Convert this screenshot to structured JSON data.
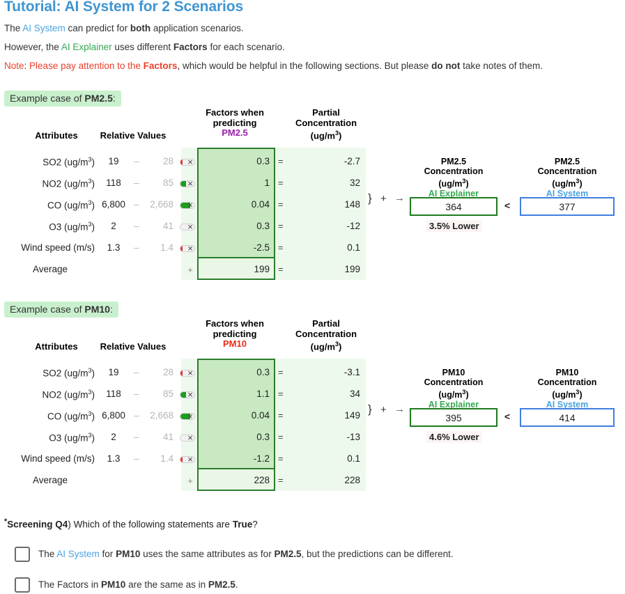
{
  "header": {
    "title": "Tutorial: AI System for 2 Scenarios",
    "line1": {
      "pre": "The ",
      "link": "AI System",
      "mid": " can predict for ",
      "bold": "both",
      "post": " application scenarios."
    },
    "line2": {
      "pre": "However, the ",
      "link": "AI Explainer",
      "mid": " uses different ",
      "bold": "Factors",
      "post": " for each scenario."
    },
    "line3": {
      "label": "Note",
      "sep": ": ",
      "warn": "Please pay attention to the ",
      "warnbold": "Factors",
      "mid": ", which would be helpful in the following sections. But please ",
      "bold": "do not",
      "post": " take notes of them."
    }
  },
  "columns": {
    "attributes": "Attributes",
    "relative_values": "Relative Values",
    "factors_l1": "Factors when",
    "factors_l2": "predicting",
    "partial_l1": "Partial",
    "partial_l2": "Concentration",
    "partial_l3": "(ug/m",
    "partial_sup": "3",
    "partial_l4": ")"
  },
  "colors": {
    "title": "#4095d1",
    "ai_system": "#4aa3e0",
    "ai_explainer": "#35a853",
    "note": "#e8412c",
    "pm25_label": "#9a1fad",
    "pm10_label": "#ee2a16",
    "band": "#eef9ed",
    "factor_box": "#c8e9c2",
    "factor_border": "#2c7d2c",
    "badge_bg": "#c9f0cd",
    "explainer_box_border": "#1f7a1f",
    "system_box_border": "#3e7fe0"
  },
  "symbols": {
    "multiply": "×",
    "plus_row": "+",
    "equals": "=",
    "brace": "}",
    "plus": "+",
    "arrow": "→",
    "less_than": "<",
    "dash": "–"
  },
  "scenarios": [
    {
      "id": "pm25",
      "badge_pre": "Example case of ",
      "badge_bold": "PM2.5",
      "badge_post": ":",
      "factor_target": "PM2.5",
      "rows": [
        {
          "attribute": "SO2 (ug/m",
          "sup": "3",
          "attr_post": ")",
          "value": "19",
          "ref": "28",
          "pill_fill": 0.16,
          "pill_color": "#e63329",
          "factor": "0.3",
          "partial": "-2.7"
        },
        {
          "attribute": "NO2 (ug/m",
          "sup": "3",
          "attr_post": ")",
          "value": "118",
          "ref": "85",
          "pill_fill": 0.42,
          "pill_color": "#1f9c1f",
          "factor": "1",
          "partial": "32"
        },
        {
          "attribute": "CO (ug/m",
          "sup": "3",
          "attr_post": ")",
          "value": "6,800",
          "ref": "2,668",
          "pill_fill": 0.72,
          "pill_color": "#1f9c1f",
          "factor": "0.04",
          "partial": "148"
        },
        {
          "attribute": "O3 (ug/m",
          "sup": "3",
          "attr_post": ")",
          "value": "2",
          "ref": "41",
          "pill_fill": 0.0,
          "pill_color": "#cccccc",
          "factor": "0.3",
          "partial": "-12"
        },
        {
          "attribute": "Wind speed (m/s)",
          "sup": "",
          "attr_post": "",
          "value": "1.3",
          "ref": "1.4",
          "pill_fill": 0.14,
          "pill_color": "#e63329",
          "factor": "-2.5",
          "partial": "0.1"
        }
      ],
      "average_label": "Average",
      "average_factor": "199",
      "average_partial": "199",
      "summary": {
        "explainer_l1": "PM2.5",
        "explainer_l2": "Concentration",
        "explainer_l3": "(ug/m",
        "explainer_sup": "3",
        "explainer_l4": ")",
        "explainer_who": "AI Explainer",
        "explainer_value": "364",
        "system_l1": "PM2.5",
        "system_l2": "Concentration",
        "system_l3": "(ug/m",
        "system_sup": "3",
        "system_l4": ")",
        "system_who": "AI System",
        "system_value": "377",
        "delta": "3.5% Lower"
      }
    },
    {
      "id": "pm10",
      "badge_pre": "Example case of ",
      "badge_bold": "PM10",
      "badge_post": ":",
      "factor_target": "PM10",
      "rows": [
        {
          "attribute": "SO2 (ug/m",
          "sup": "3",
          "attr_post": ")",
          "value": "19",
          "ref": "28",
          "pill_fill": 0.16,
          "pill_color": "#e63329",
          "factor": "0.3",
          "partial": "-3.1"
        },
        {
          "attribute": "NO2 (ug/m",
          "sup": "3",
          "attr_post": ")",
          "value": "118",
          "ref": "85",
          "pill_fill": 0.42,
          "pill_color": "#1f9c1f",
          "factor": "1.1",
          "partial": "34"
        },
        {
          "attribute": "CO (ug/m",
          "sup": "3",
          "attr_post": ")",
          "value": "6,800",
          "ref": "2,668",
          "pill_fill": 0.72,
          "pill_color": "#1f9c1f",
          "factor": "0.04",
          "partial": "149"
        },
        {
          "attribute": "O3 (ug/m",
          "sup": "3",
          "attr_post": ")",
          "value": "2",
          "ref": "41",
          "pill_fill": 0.0,
          "pill_color": "#cccccc",
          "factor": "0.3",
          "partial": "-13"
        },
        {
          "attribute": "Wind speed (m/s)",
          "sup": "",
          "attr_post": "",
          "value": "1.3",
          "ref": "1.4",
          "pill_fill": 0.14,
          "pill_color": "#e63329",
          "factor": "-1.2",
          "partial": "0.1"
        }
      ],
      "average_label": "Average",
      "average_factor": "228",
      "average_partial": "228",
      "summary": {
        "explainer_l1": "PM10",
        "explainer_l2": "Concentration",
        "explainer_l3": "(ug/m",
        "explainer_sup": "3",
        "explainer_l4": ")",
        "explainer_who": "AI Explainer",
        "explainer_value": "395",
        "system_l1": "PM10",
        "system_l2": "Concentration",
        "system_l3": "(ug/m",
        "system_sup": "3",
        "system_l4": ")",
        "system_who": "AI System",
        "system_value": "414",
        "delta": "4.6% Lower"
      }
    }
  ],
  "question": {
    "star": "*",
    "label": "Screening Q4",
    "text": ") Which of the following statements are ",
    "bold": "True",
    "post": "?",
    "options": [
      {
        "p1": "The ",
        "link": "AI System",
        "p2": " for ",
        "b1": "PM10",
        "p3": "  uses the same attributes as for ",
        "b2": "PM2.5",
        "p4": ", but the predictions can be different.",
        "checked": false
      },
      {
        "p1": "The Factors in ",
        "link": "",
        "p2": "",
        "b1": "PM10",
        "p3": " are the same as in ",
        "b2": "PM2.5",
        "p4": ".",
        "checked": false
      }
    ]
  }
}
